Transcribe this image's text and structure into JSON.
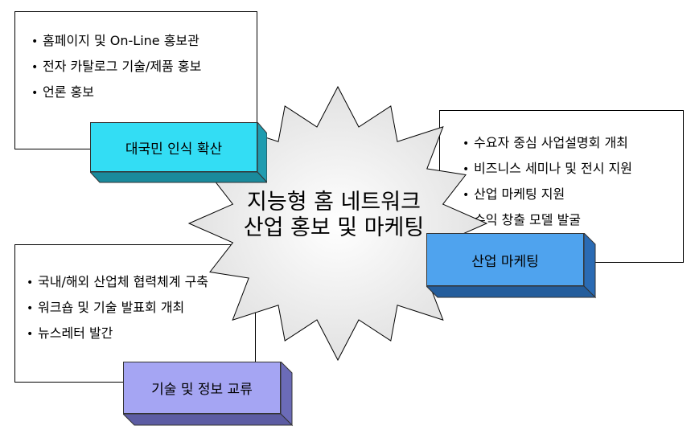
{
  "colors": {
    "starburst_fill": "#e8e8e8",
    "awareness_box": "#33ddf4",
    "marketing_box": "#4fa3ee",
    "tech_box": "#a5a5f3"
  },
  "bullet_glyph": "•",
  "center": {
    "line1": "지능형 홈 네트워크",
    "line2": "산업 홍보 및 마케팅"
  },
  "panels": {
    "top_left": {
      "label": "대국민 인식 확산",
      "items": [
        "홈페이지 및 On-Line 홍보관",
        "전자 카탈로그 기술/제품 홍보",
        "언론 홍보"
      ]
    },
    "right": {
      "label": "산업 마케팅",
      "items": [
        "수요자 중심 사업설명회 개최",
        "비즈니스 세미나 및 전시 지원",
        "산업 마케팅 지원",
        "수익 창출 모델 발굴"
      ]
    },
    "bottom_left": {
      "label": "기술 및 정보 교류",
      "items": [
        "국내/해외 산업체 협력체계 구축",
        "워크숍 및 기술 발표회 개최",
        "뉴스레터 발간"
      ]
    }
  }
}
